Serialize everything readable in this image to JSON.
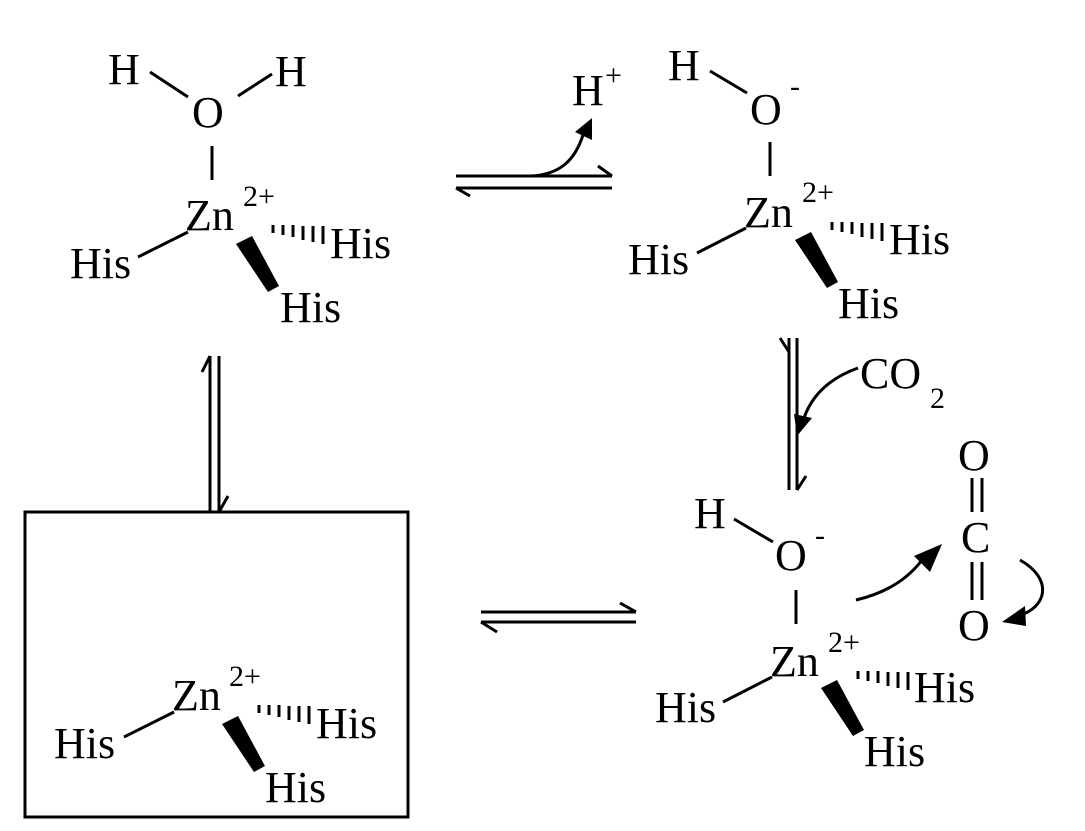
{
  "labels": {
    "h": "H",
    "o": "O",
    "c": "C",
    "zn": "Zn",
    "his": "His",
    "co": "CO",
    "sub_2": "2",
    "charge_zn": "2+",
    "charge_h": "+",
    "charge_o": "-"
  },
  "colors": {
    "ink": "#000000",
    "background": "#ffffff"
  }
}
